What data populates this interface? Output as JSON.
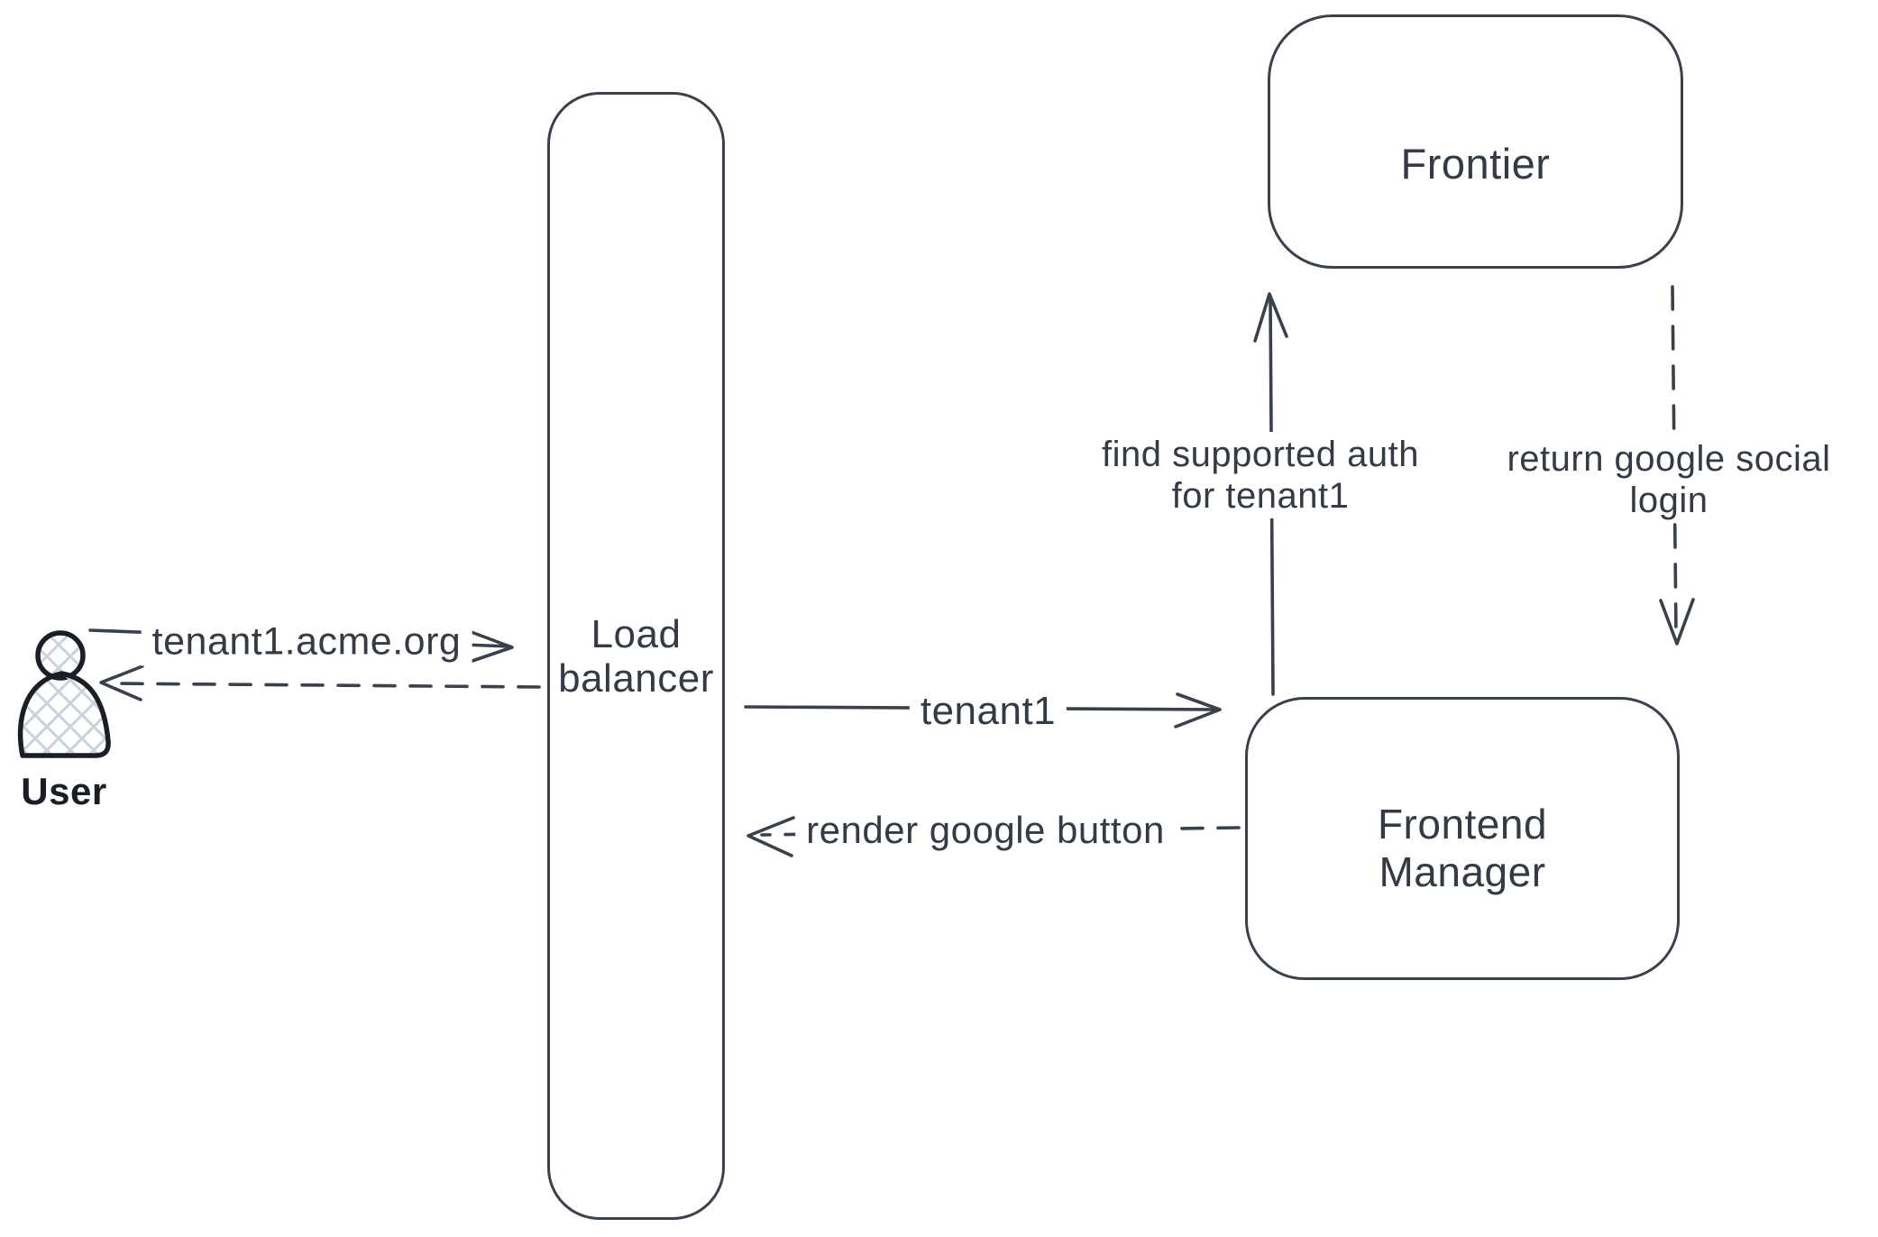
{
  "colors": {
    "background": "#ffffff",
    "stroke": "#3a414b",
    "text": "#343b44",
    "user_figure_stroke": "#1a1e25",
    "user_figure_hatch": "#cbd2dc"
  },
  "nodes": {
    "user": {
      "label": "User"
    },
    "load_balancer": {
      "lines": [
        "Load",
        "balancer"
      ]
    },
    "frontier": {
      "label": "Frontier"
    },
    "frontend_manager": {
      "lines": [
        "Frontend",
        "Manager"
      ]
    }
  },
  "edges": {
    "user_to_load_balancer": {
      "label": "tenant1.acme.org"
    },
    "load_balancer_to_frontend_manager": {
      "label": "tenant1"
    },
    "frontend_manager_to_load_balancer": {
      "label": "render google button"
    },
    "frontend_manager_to_frontier": {
      "lines": [
        "find supported auth",
        "for tenant1"
      ]
    },
    "frontier_to_frontend_manager": {
      "lines": [
        "return google social",
        "login"
      ]
    }
  }
}
